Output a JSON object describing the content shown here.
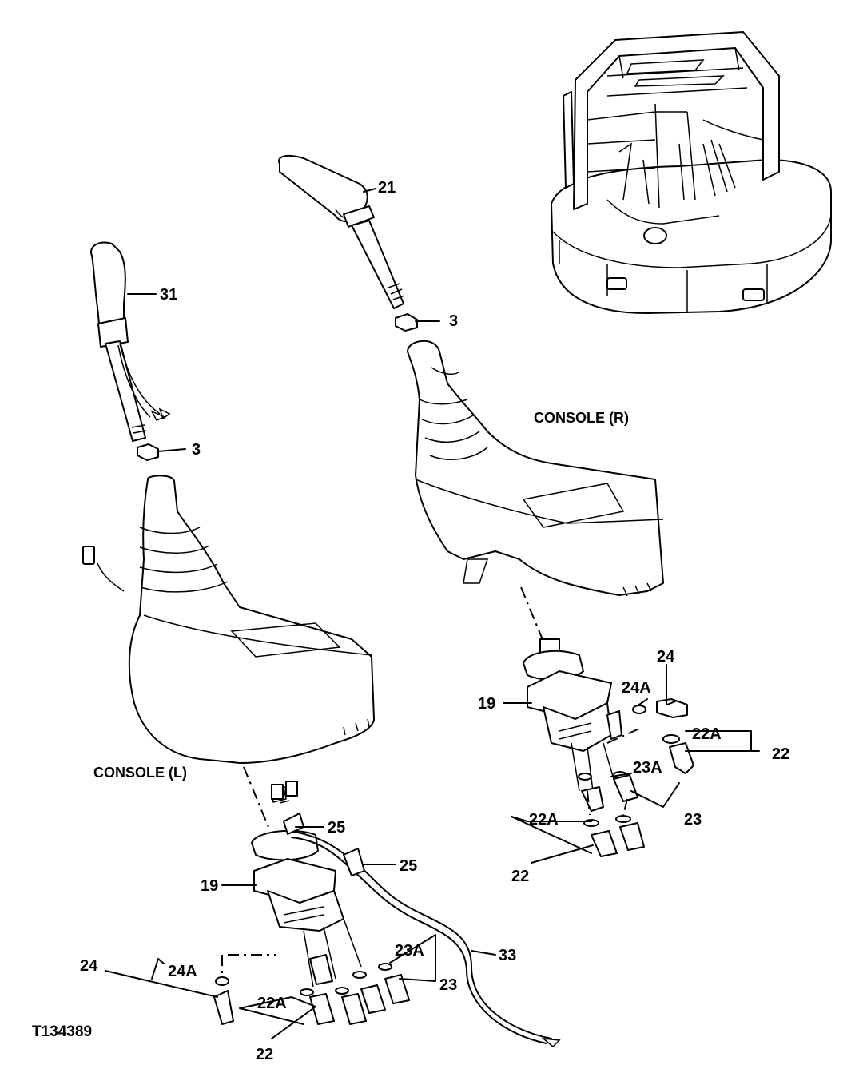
{
  "figure_id": "T134389",
  "console_labels": {
    "right": "CONSOLE (R)",
    "left": "CONSOLE (L)"
  },
  "callouts": {
    "c21": "21",
    "c31": "31",
    "c3a": "3",
    "c3b": "3",
    "c19r": "19",
    "c24r": "24",
    "c24ar": "24A",
    "c22ar": "22A",
    "c22r": "22",
    "c23ar": "23A",
    "c23r": "23",
    "c22ar2": "22A",
    "c22r2": "22",
    "c25a": "25",
    "c25b": "25",
    "c19l": "19",
    "c33": "33",
    "c23al": "23A",
    "c23l": "23",
    "c24l": "24",
    "c24al": "24A",
    "c22al": "22A",
    "c22l": "22"
  }
}
